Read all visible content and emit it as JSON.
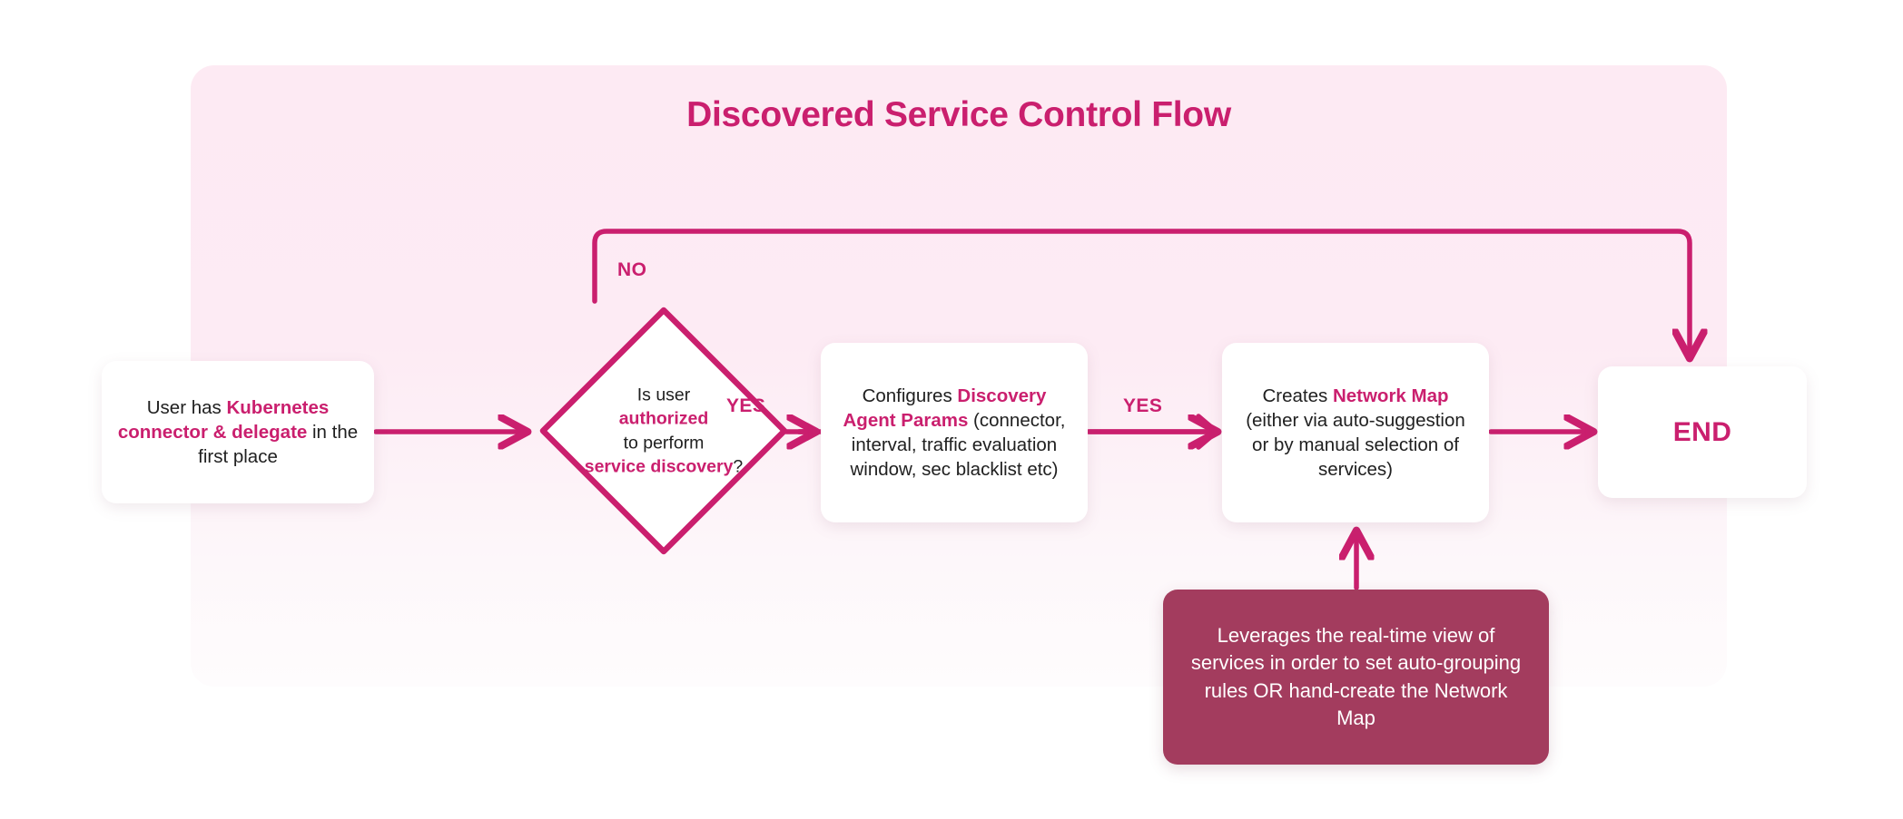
{
  "diagram": {
    "title": "Discovered Service Control Flow",
    "colors": {
      "accent": "#CA1F6E",
      "panel_top": "#FDEAF3",
      "panel_bottom": "#FEFCFD",
      "note_bg": "#A33C5E",
      "node_bg": "#FFFFFF",
      "body_text": "#202020"
    },
    "nodes": {
      "prereq": {
        "id": "prereq",
        "shape": "rounded-rect",
        "segments": [
          {
            "text": "User has ",
            "emphasis": false
          },
          {
            "text": "Kubernetes connector & delegate",
            "emphasis": true
          },
          {
            "text": " in the first place",
            "emphasis": false
          }
        ]
      },
      "decision": {
        "id": "decision",
        "shape": "diamond",
        "segments": [
          {
            "text": "Is user",
            "emphasis": false
          },
          {
            "text": "authorized",
            "emphasis": true
          },
          {
            "text": "to perform",
            "emphasis": false
          },
          {
            "text": "service discovery",
            "emphasis": true
          },
          {
            "text": "?",
            "emphasis": false
          }
        ]
      },
      "params": {
        "id": "params",
        "shape": "rounded-rect",
        "segments": [
          {
            "text": "Configures ",
            "emphasis": false
          },
          {
            "text": "Discovery Agent Params",
            "emphasis": true
          },
          {
            "text": " (connector, interval, traffic evaluation window, sec blacklist etc)",
            "emphasis": false
          }
        ]
      },
      "netmap": {
        "id": "netmap",
        "shape": "rounded-rect",
        "segments": [
          {
            "text": "Creates ",
            "emphasis": false
          },
          {
            "text": "Network Map",
            "emphasis": true
          },
          {
            "text": " (either via auto-suggestion or by manual selection of services)",
            "emphasis": false
          }
        ]
      },
      "end": {
        "id": "end",
        "shape": "rounded-rect",
        "label": "END"
      },
      "note": {
        "id": "note",
        "shape": "rounded-rect-filled",
        "text": "Leverages the real-time view of services in order to set auto-grouping rules OR hand-create the Network Map"
      }
    },
    "edges": [
      {
        "id": "prereq-to-decision",
        "from": "prereq",
        "to": "decision",
        "label": ""
      },
      {
        "id": "decision-no-to-end",
        "from": "decision",
        "to": "end",
        "label": "NO"
      },
      {
        "id": "decision-yes-to-params",
        "from": "decision",
        "to": "params",
        "label": "YES"
      },
      {
        "id": "params-to-netmap",
        "from": "params",
        "to": "netmap",
        "label": "YES"
      },
      {
        "id": "netmap-to-end",
        "from": "netmap",
        "to": "end",
        "label": ""
      },
      {
        "id": "note-to-netmap",
        "from": "note",
        "to": "netmap",
        "label": ""
      }
    ],
    "edge_labels": {
      "no": "NO",
      "yes_1": "YES",
      "yes_2": "YES"
    }
  }
}
